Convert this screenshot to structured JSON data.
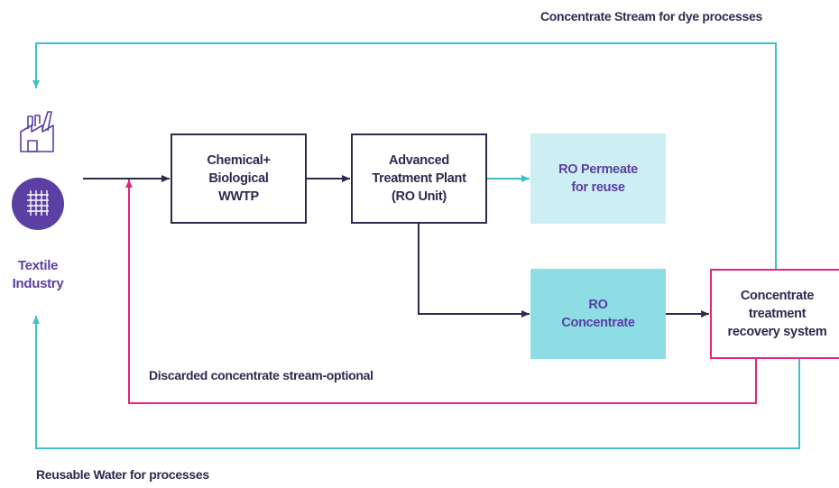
{
  "top_stream_label": "Concentrate Stream for dye processes",
  "industry": {
    "lines": [
      "Textile",
      "Industry"
    ]
  },
  "boxes": {
    "wwtp": [
      "Chemical+",
      "Biological",
      "WWTP"
    ],
    "advanced": [
      "Advanced",
      "Treatment Plant",
      "(RO Unit)"
    ],
    "permeate": [
      "RO Permeate",
      "for reuse"
    ],
    "concentrate": [
      "RO",
      "Concentrate"
    ],
    "recovery": [
      "Concentrate",
      "treatment",
      "recovery system"
    ]
  },
  "discarded_label": "Discarded concentrate stream-optional",
  "reusable_label": "Reusable Water for processes",
  "colors": {
    "navy": "#2e2a4f",
    "teal": "#3fbfcc",
    "pink": "#e0277c",
    "purple": "#5b3fa3",
    "light_teal": "#cdeff3",
    "mid_teal": "#8edde5"
  },
  "icons": [
    "factory-icon",
    "fabric-icon"
  ]
}
